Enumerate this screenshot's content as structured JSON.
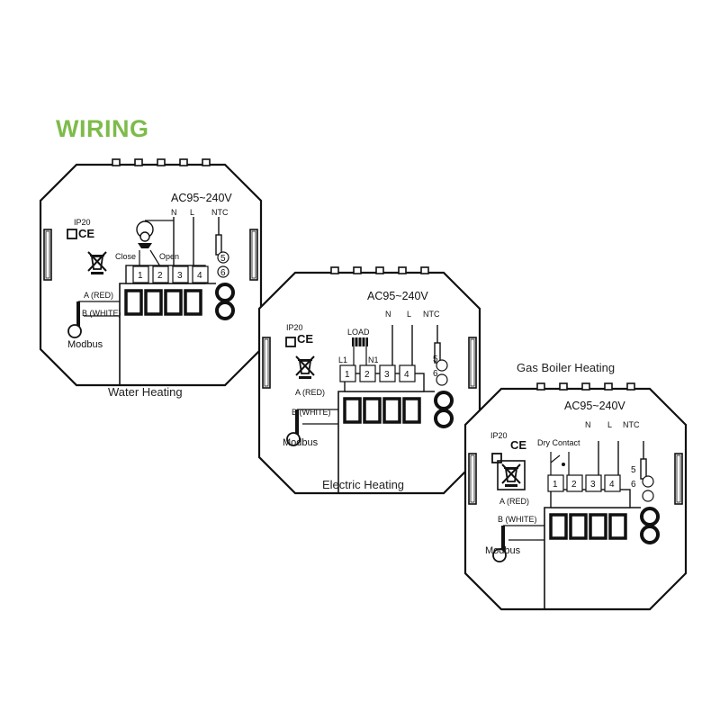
{
  "page": {
    "title": "WIRING",
    "accent_color": "#7dbb4a"
  },
  "common": {
    "ip_label": "IP20",
    "ce_label": "CE",
    "a_label": "A (RED)",
    "b_label": "B (WHITE)",
    "modbus_label": "Modbus",
    "voltage_label": "AC95~240V",
    "n_label": "N",
    "l_label": "L",
    "ntc_label": "NTC",
    "terminals": [
      "1",
      "2",
      "3",
      "4"
    ],
    "ntc_terminals": [
      "5",
      "6"
    ]
  },
  "panels": [
    {
      "caption": "Water Heating",
      "close_label": "Close",
      "open_label": "Open"
    },
    {
      "caption": "Electric Heating",
      "load_label": "LOAD",
      "l1_label": "L1",
      "n1_label": "N1"
    },
    {
      "caption": "Gas Boiler Heating",
      "dry_contact_label": "Dry Contact"
    }
  ],
  "icons": [
    "ip-box-icon",
    "ce-mark-icon",
    "weee-bin-icon",
    "valve-motor-icon",
    "heating-load-icon",
    "relay-switch-icon",
    "ntc-sensor-icon",
    "modbus-probe-icon"
  ]
}
